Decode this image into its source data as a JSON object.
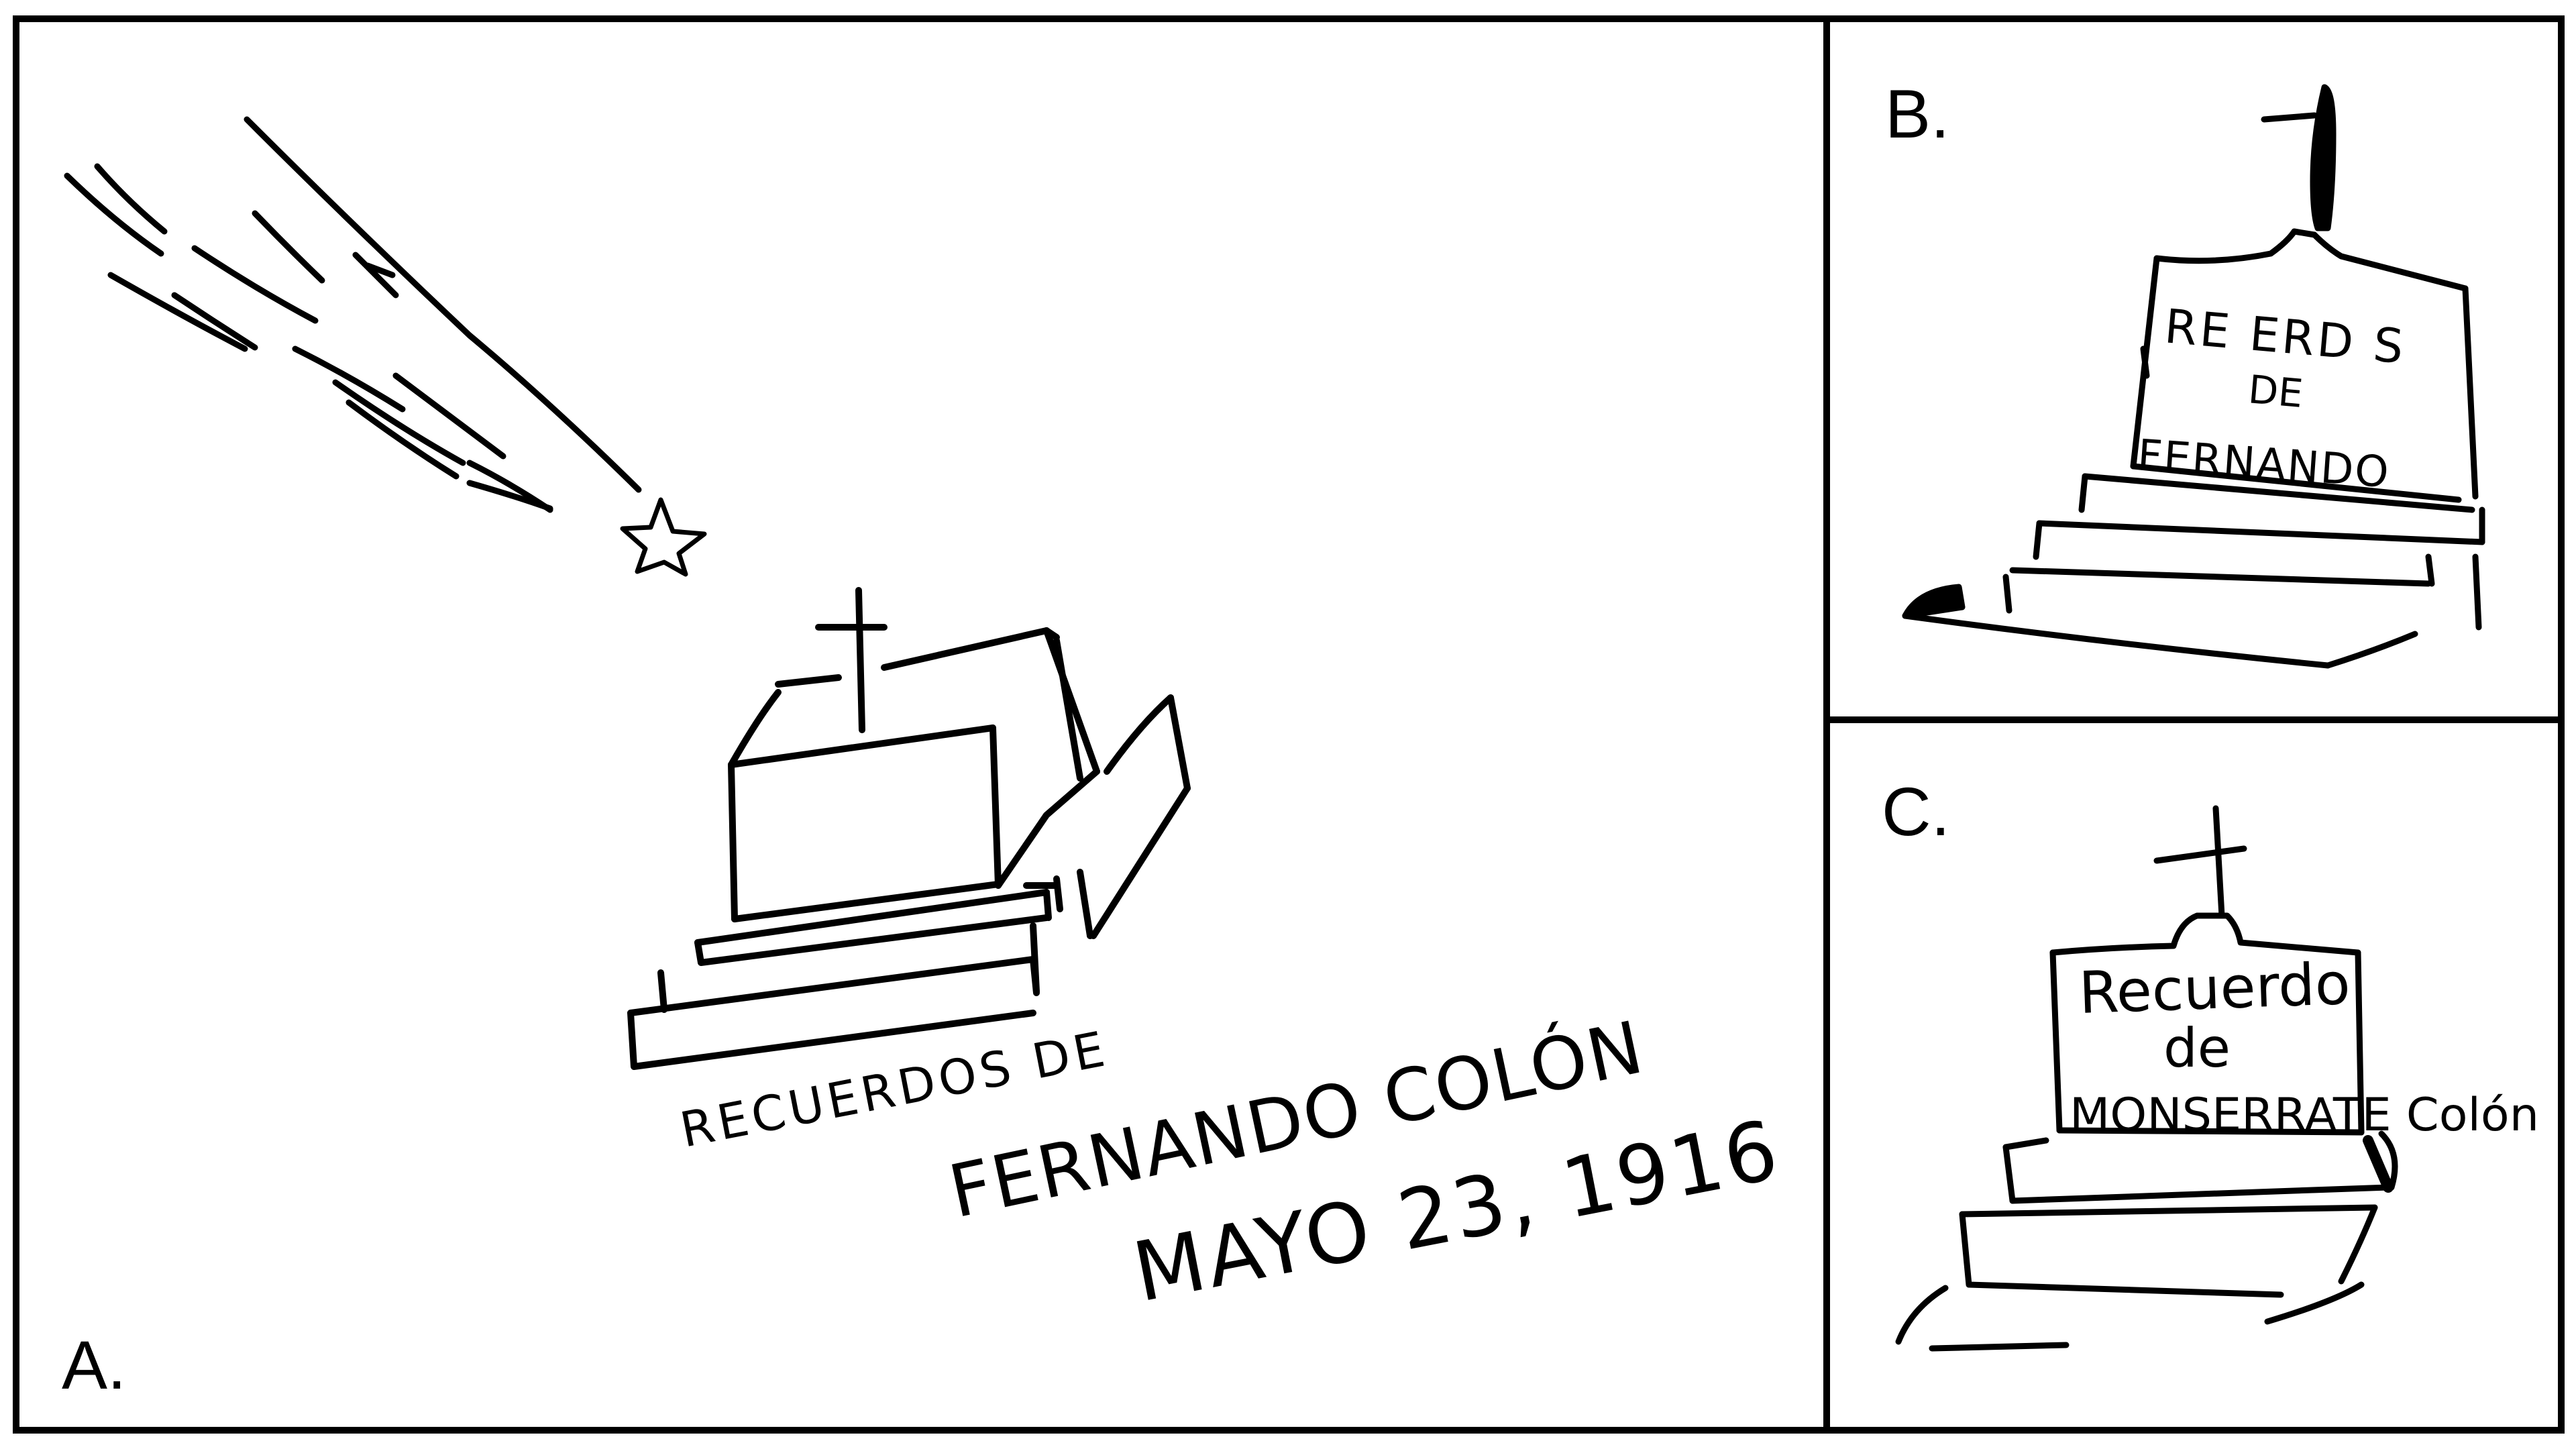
{
  "figure": {
    "panels": [
      {
        "label": "A.",
        "drawing": "tombstone with cross and shooting star",
        "inscription": {
          "line1": "RECUERDOS DE",
          "line2": "FERNANDO COLÓN",
          "line3": "MAYO 23, 1916"
        }
      },
      {
        "label": "B.",
        "drawing": "tombstone with dagger-shaped cross",
        "inscription": {
          "line1": "RE  ERD S",
          "line2": "DE",
          "line3": "FERNANDO"
        }
      },
      {
        "label": "C.",
        "drawing": "tombstone with cross",
        "inscription": {
          "line1": "Recuerdo",
          "line2": "de",
          "line3": "MONSERRATE Colón"
        }
      }
    ],
    "colors": {
      "ink": "#000000",
      "paper": "#ffffff"
    }
  }
}
